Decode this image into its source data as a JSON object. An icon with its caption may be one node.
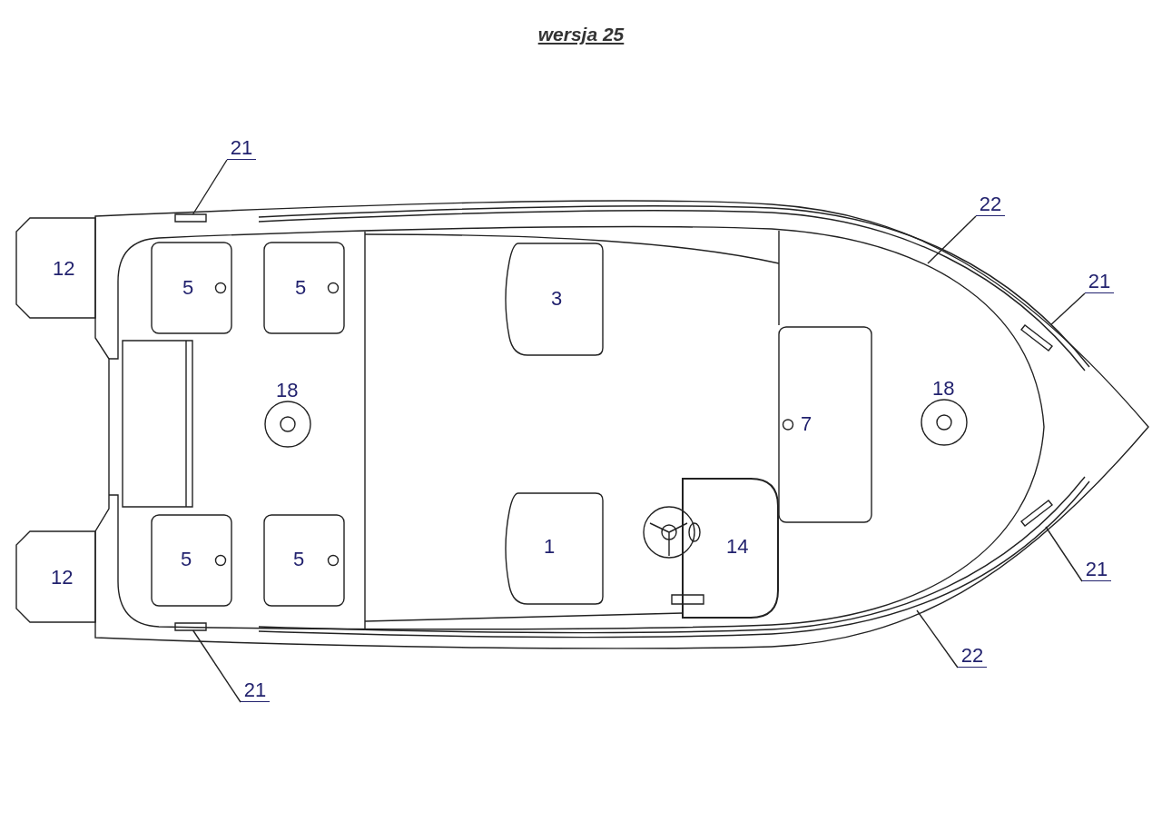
{
  "diagram": {
    "title": "wersja 25",
    "nodes": [
      {
        "text": [
          "12"
        ]
      },
      {
        "text": [
          "12"
        ]
      },
      {
        "text": [
          "5"
        ]
      },
      {
        "text": [
          "5"
        ]
      },
      {
        "text": [
          "5"
        ]
      },
      {
        "text": [
          "5"
        ]
      },
      {
        "text": [
          "3"
        ]
      },
      {
        "text": [
          "1"
        ]
      },
      {
        "text": [
          "18"
        ]
      },
      {
        "text": [
          "18"
        ]
      },
      {
        "text": [
          "7"
        ]
      },
      {
        "text": [
          "14"
        ]
      },
      {
        "text": [
          "21"
        ]
      },
      {
        "text": [
          "22"
        ]
      },
      {
        "text": [
          "21"
        ]
      },
      {
        "text": [
          "21"
        ]
      },
      {
        "text": [
          "22"
        ]
      },
      {
        "text": [
          "21"
        ]
      },
      {
        "text": [],
        "shape": "bar"
      },
      {
        "text": [],
        "shape": "bar"
      },
      {
        "text": [],
        "shape": "bar"
      },
      {
        "text": [],
        "shape": "bar"
      }
    ],
    "edges": [
      {
        "from": 12,
        "to": 18,
        "arrow": "none"
      },
      {
        "from": 13,
        "to": null,
        "arrow": "none"
      },
      {
        "from": 14,
        "to": 19,
        "arrow": "none"
      },
      {
        "from": 15,
        "to": 20,
        "arrow": "none"
      },
      {
        "from": 16,
        "to": null,
        "arrow": "none"
      },
      {
        "from": 17,
        "to": 21,
        "arrow": "none"
      }
    ]
  }
}
